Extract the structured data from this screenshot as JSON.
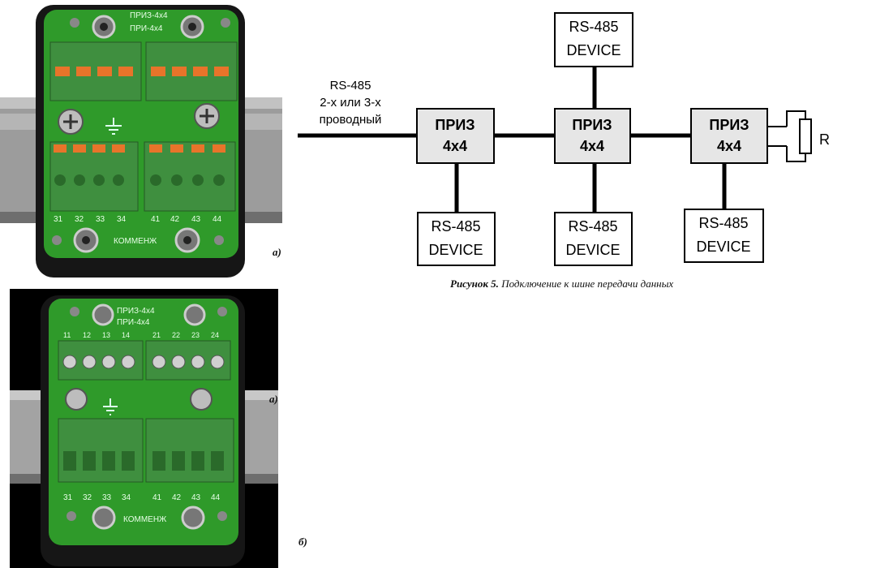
{
  "photos": [
    {
      "id": "a",
      "caption": "а)",
      "board_labels": [
        "ПРИЗ-4х4",
        "ПРИ-4х4"
      ],
      "bottom_terminals": [
        "31",
        "32",
        "33",
        "34",
        "41",
        "42",
        "43",
        "44"
      ],
      "brand": "КОММЕНЖ"
    },
    {
      "id": "b",
      "caption": "б)",
      "stray_caption": "а)",
      "board_labels": [
        "ПРИЗ-4х4",
        "ПРИ-4х4"
      ],
      "top_terminals": [
        "11",
        "12",
        "13",
        "14",
        "21",
        "22",
        "23",
        "24"
      ],
      "bottom_terminals": [
        "31",
        "32",
        "33",
        "34",
        "41",
        "42",
        "43",
        "44"
      ],
      "brand": "КОММЕНЖ"
    }
  ],
  "diagram": {
    "input_label": [
      "RS-485",
      "2-х  или 3-х",
      "проводный"
    ],
    "hubs": [
      {
        "line1": "ПРИЗ",
        "line2": "4х4"
      },
      {
        "line1": "ПРИЗ",
        "line2": "4х4"
      },
      {
        "line1": "ПРИЗ",
        "line2": "4х4"
      }
    ],
    "devices": [
      {
        "line1": "RS-485",
        "line2": "DEVICE"
      },
      {
        "line1": "RS-485",
        "line2": "DEVICE"
      },
      {
        "line1": "RS-485",
        "line2": "DEVICE"
      },
      {
        "line1": "RS-485",
        "line2": "DEVICE"
      }
    ],
    "resistor_label": "R"
  },
  "caption": {
    "prefix": "Рисунок 5.",
    "text": " Подключение к шине передачи данных"
  },
  "colors": {
    "board_green": "#2f9a2a",
    "terminal_green": "#3f8f3f",
    "lever_orange": "#e8742a",
    "rail_grey": "#9a9a9a",
    "hub_fill": "#e6e6e6"
  }
}
